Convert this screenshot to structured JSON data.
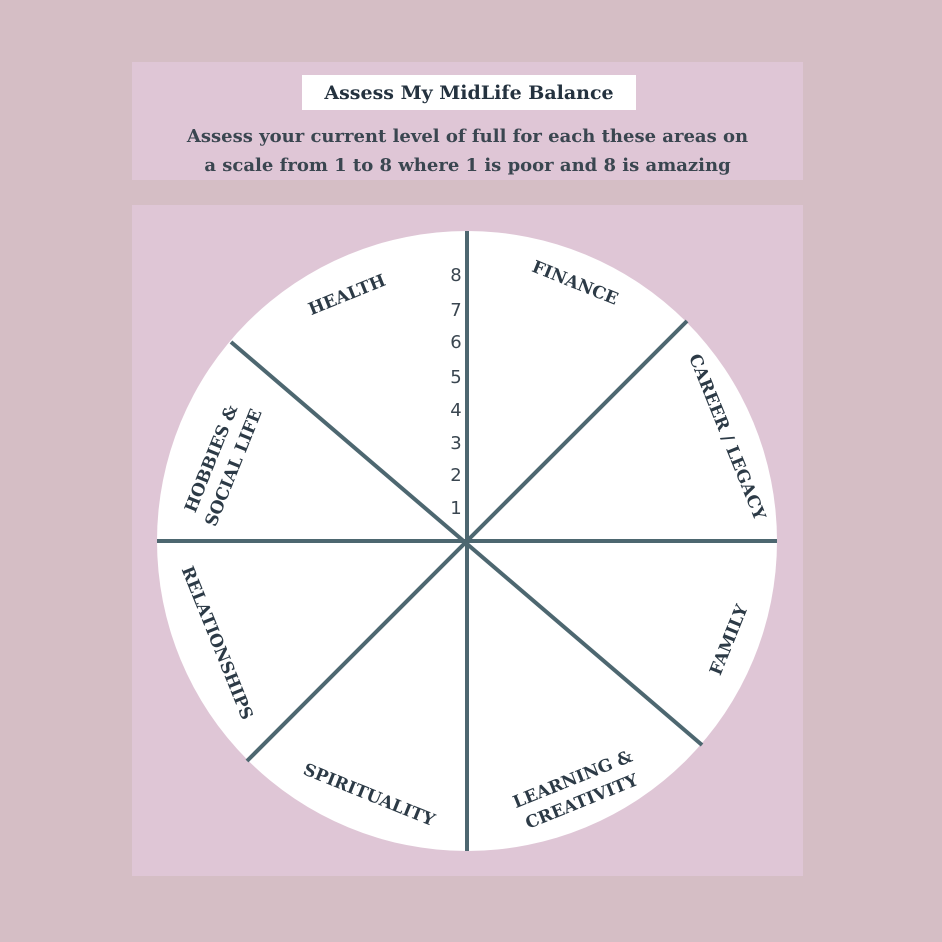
{
  "title": "Assess My MidLife Balance",
  "instructions": {
    "line1": "Assess your current level of full for each these areas on",
    "line2": "a scale from 1 to 8 where 1 is poor and 8 is amazing"
  },
  "scale": [
    "1",
    "2",
    "3",
    "4",
    "5",
    "6",
    "7",
    "8"
  ],
  "areas": {
    "finance": "FINANCE",
    "career": "CAREER / LEGACY",
    "family": "FAMILY",
    "learning_line1": "LEARNING &",
    "learning_line2": "CREATIVITY",
    "spirituality": "SPIRITUALITY",
    "relationships": "RELATIONSHIPS",
    "hobbies_line1": "HOBBIES &",
    "hobbies_line2": "SOCIAL LIFE",
    "health": "HEALTH"
  },
  "colors": {
    "background": "#d5bec5",
    "panel": "#dfc6d6",
    "wheel": "#ffffff",
    "spokes": "#4d6770",
    "text": "#24323f"
  }
}
